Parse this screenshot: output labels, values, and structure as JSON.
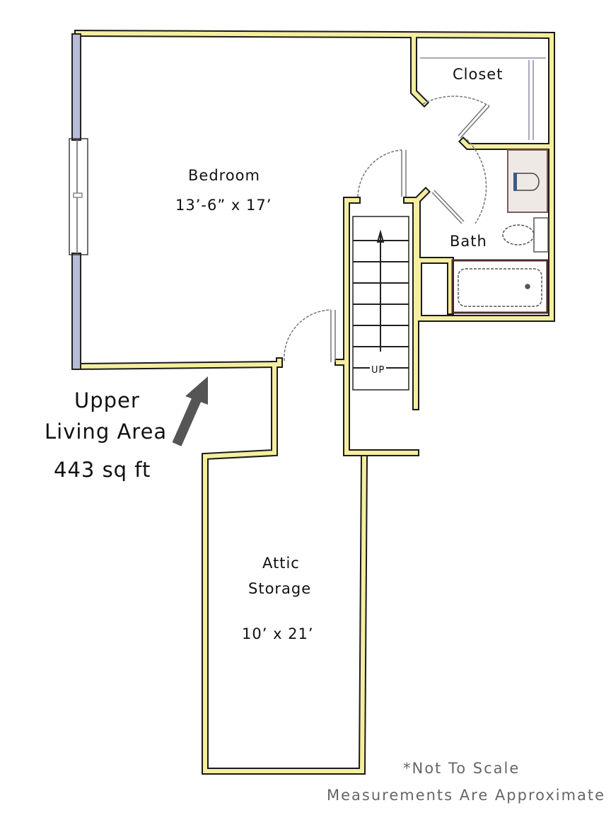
{
  "rooms": {
    "bedroom": {
      "name": "Bedroom",
      "dims": "13’-6” x 17’"
    },
    "closet": {
      "name": "Closet"
    },
    "bath": {
      "name": "Bath"
    },
    "attic": {
      "name_line1": "Attic",
      "name_line2": "Storage",
      "dims": "10’ x 21’"
    }
  },
  "stairs": {
    "label": "UP"
  },
  "callout": {
    "line1": "Upper",
    "line2": "Living Area",
    "line3": "443 sq ft"
  },
  "notes": {
    "line1": "*Not To Scale",
    "line2": "Measurements Are Approximate"
  },
  "colors": {
    "wall": "#f5ee9e",
    "wall_edge": "#1a1a1a",
    "window": "#b8bcd8",
    "arrow": "#555555"
  }
}
